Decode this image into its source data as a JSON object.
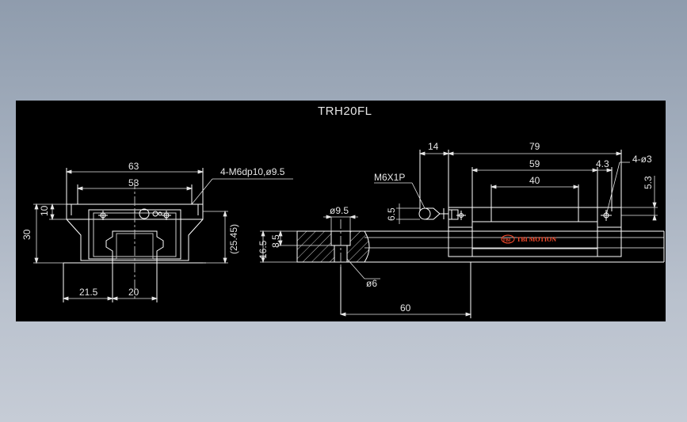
{
  "drawing": {
    "title": "TRH20FL",
    "front_view": {
      "width_overall": "63",
      "hole_spacing": "53",
      "mounting_holes_note": "4-M6dp10,ø9.5",
      "flange_height": "10",
      "total_height": "30",
      "rail_height_ref": "(25.45)",
      "rail_offset": "21.5",
      "rail_width": "20"
    },
    "side_view": {
      "end_offset": "14",
      "block_length": "79",
      "body_length": "59",
      "hole_spacing": "40",
      "end_dim": "4.3",
      "grease_holes_note": "4-ø3",
      "grease_height": "5.3",
      "grease_nipple": "M6X1P",
      "nipple_height": "6.5",
      "rail_hole_cbore": "ø9.5",
      "rail_height": "16.5",
      "cbore_depth": "8.5",
      "rail_hole": "ø6",
      "rail_pitch": "60",
      "brand_logo": "TBI MOTION",
      "brand_mark": "TBI"
    }
  },
  "colors": {
    "background": "#000000",
    "linework": "#ffffff",
    "dimension": "#e6e6e6",
    "brand": "#ff4d2e"
  }
}
